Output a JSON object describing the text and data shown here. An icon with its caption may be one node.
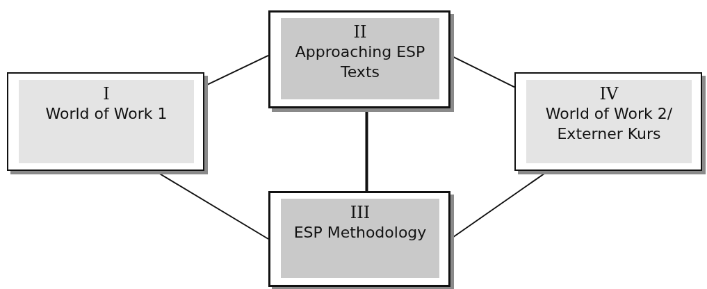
{
  "diagram": {
    "nodes": [
      {
        "text": [
          "I",
          "World of Work 1"
        ]
      },
      {
        "text": [
          "II",
          "Approaching ESP Texts"
        ]
      },
      {
        "text": [
          "III",
          "ESP Methodology"
        ]
      },
      {
        "text": [
          "IV",
          "World of Work 2/ Externer Kurs"
        ]
      }
    ],
    "edges": [
      {
        "from": 0,
        "to": 1,
        "arrow": "none"
      },
      {
        "from": 0,
        "to": 2,
        "arrow": "none"
      },
      {
        "from": 1,
        "to": 2,
        "arrow": "none",
        "style": "thick"
      },
      {
        "from": 1,
        "to": 3,
        "arrow": "none"
      },
      {
        "from": 2,
        "to": 3,
        "arrow": "none"
      }
    ]
  }
}
